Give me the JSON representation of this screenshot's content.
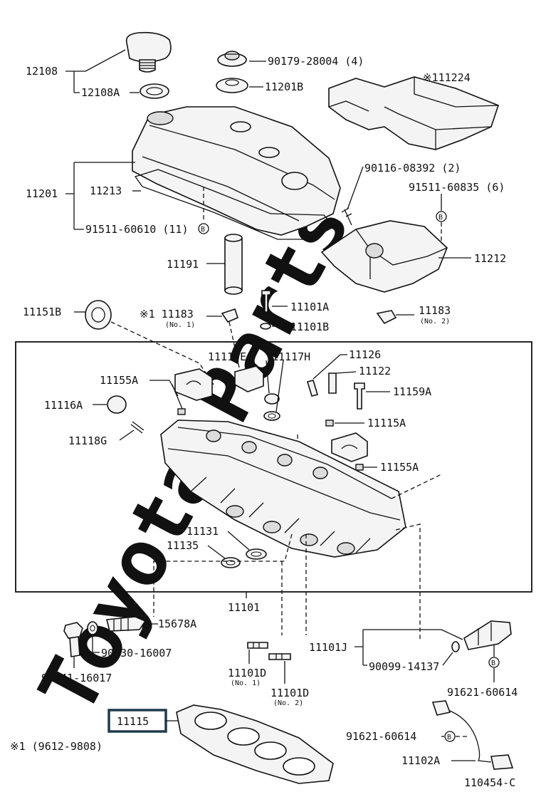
{
  "watermark": "Toyota-Parts",
  "labels": {
    "l12108": "12108",
    "l12108a": "12108A",
    "l90179": "90179-28004 (4)",
    "l11201b": "11201B",
    "l111224": "※111224",
    "l90116": "90116-08392 (2)",
    "l91511_60835": "91511-60835 (6)",
    "l11201": "11201",
    "l11213": "11213",
    "l91511_60610": "91511-60610 (11)",
    "l11212": "11212",
    "l11191": "11191",
    "l11151b": "11151B",
    "l11183_1": "※1 11183",
    "l11183_1_sub": "(No. 1)",
    "l11101a": "11101A",
    "l11101b": "11101B",
    "l11183_2": "11183",
    "l11183_2_sub": "(No. 2)",
    "l11117e": "11117E",
    "l11117h": "11117H",
    "l11126": "11126",
    "l11122": "11122",
    "l11155a_1": "11155A",
    "l11159a": "11159A",
    "l11116a": "11116A",
    "l11115a": "11115A",
    "l11118g": "11118G",
    "l11155a_2": "11155A",
    "l11131": "11131",
    "l11135": "11135",
    "l11101": "11101",
    "l15678a": "15678A",
    "l90430": "90430-16007",
    "l90341": "90341-16017",
    "l11101j": "11101J",
    "l90099": "90099-14137",
    "l11101d_1": "11101D",
    "l11101d_1_sub": "(No. 1)",
    "l11101d_2": "11101D",
    "l11101d_2_sub": "(No. 2)",
    "l91621_a": "91621-60614",
    "l11115": "11115",
    "l91621_b": "91621-60614",
    "l11102a": "11102A",
    "note": "※1 (9612-9808)",
    "diagram_id": "110454-C",
    "b1": "B",
    "b2": "B",
    "b3": "B",
    "b4": "B"
  }
}
